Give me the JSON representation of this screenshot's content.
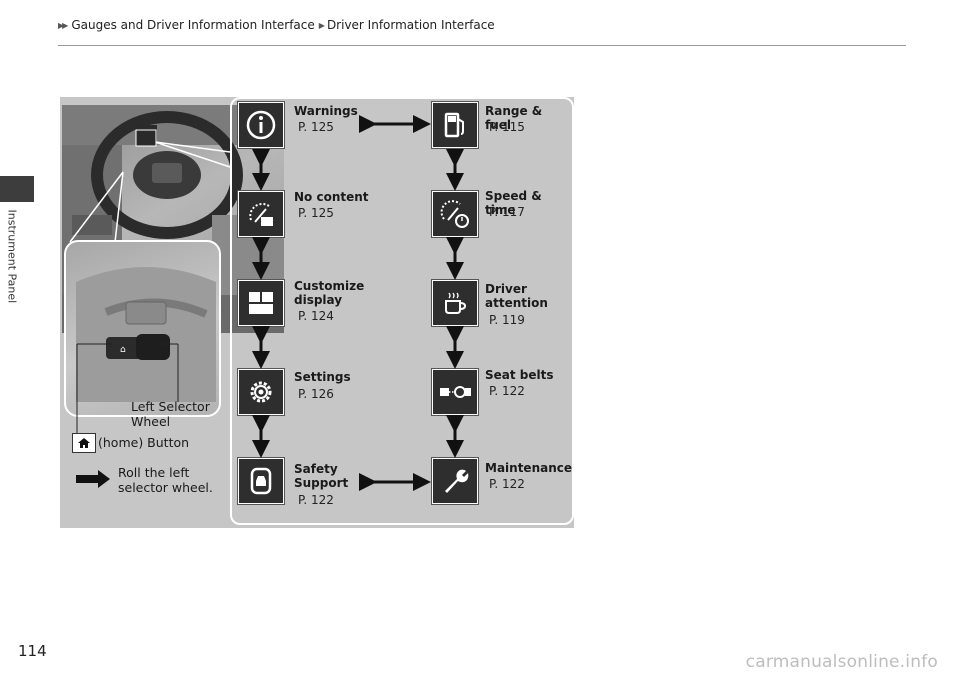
{
  "breadcrumb": {
    "section": "Gauges and Driver Information Interface",
    "page": "Driver Information Interface"
  },
  "side_tab": {
    "label": "Instrument Panel"
  },
  "page_number": "114",
  "watermark": "carmanualsonline.info",
  "diagram": {
    "screens": [
      {
        "id": "warnings",
        "label": "Warnings",
        "page_ref": "P. 125",
        "icon": "info-icon"
      },
      {
        "id": "range-fuel",
        "label": "Range & fuel",
        "page_ref": "P. 115",
        "icon": "fuel-pump-icon"
      },
      {
        "id": "no-content",
        "label": "No content",
        "page_ref": "P. 125",
        "icon": "gauge-blank-icon"
      },
      {
        "id": "speed-time",
        "label": "Speed & time",
        "page_ref": "P. 117",
        "icon": "speed-clock-icon"
      },
      {
        "id": "customize",
        "label": "Customize display",
        "page_ref": "P. 124",
        "icon": "layout-icon"
      },
      {
        "id": "driver-attention",
        "label": "Driver attention",
        "page_ref": "P. 119",
        "icon": "coffee-cup-icon"
      },
      {
        "id": "settings",
        "label": "Settings",
        "page_ref": "P. 126",
        "icon": "gear-icon"
      },
      {
        "id": "seat-belts",
        "label": "Seat belts",
        "page_ref": "P. 122",
        "icon": "seat-belt-icon"
      },
      {
        "id": "safety-support",
        "label": "Safety Support",
        "page_ref": "P. 122",
        "icon": "car-shield-icon"
      },
      {
        "id": "maintenance",
        "label": "Maintenance",
        "page_ref": "P. 122",
        "icon": "wrench-icon"
      }
    ],
    "callouts": {
      "left_selector": "Left Selector Wheel",
      "home_button": "(home) Button",
      "roll_instruction": "Roll the left selector wheel."
    }
  }
}
